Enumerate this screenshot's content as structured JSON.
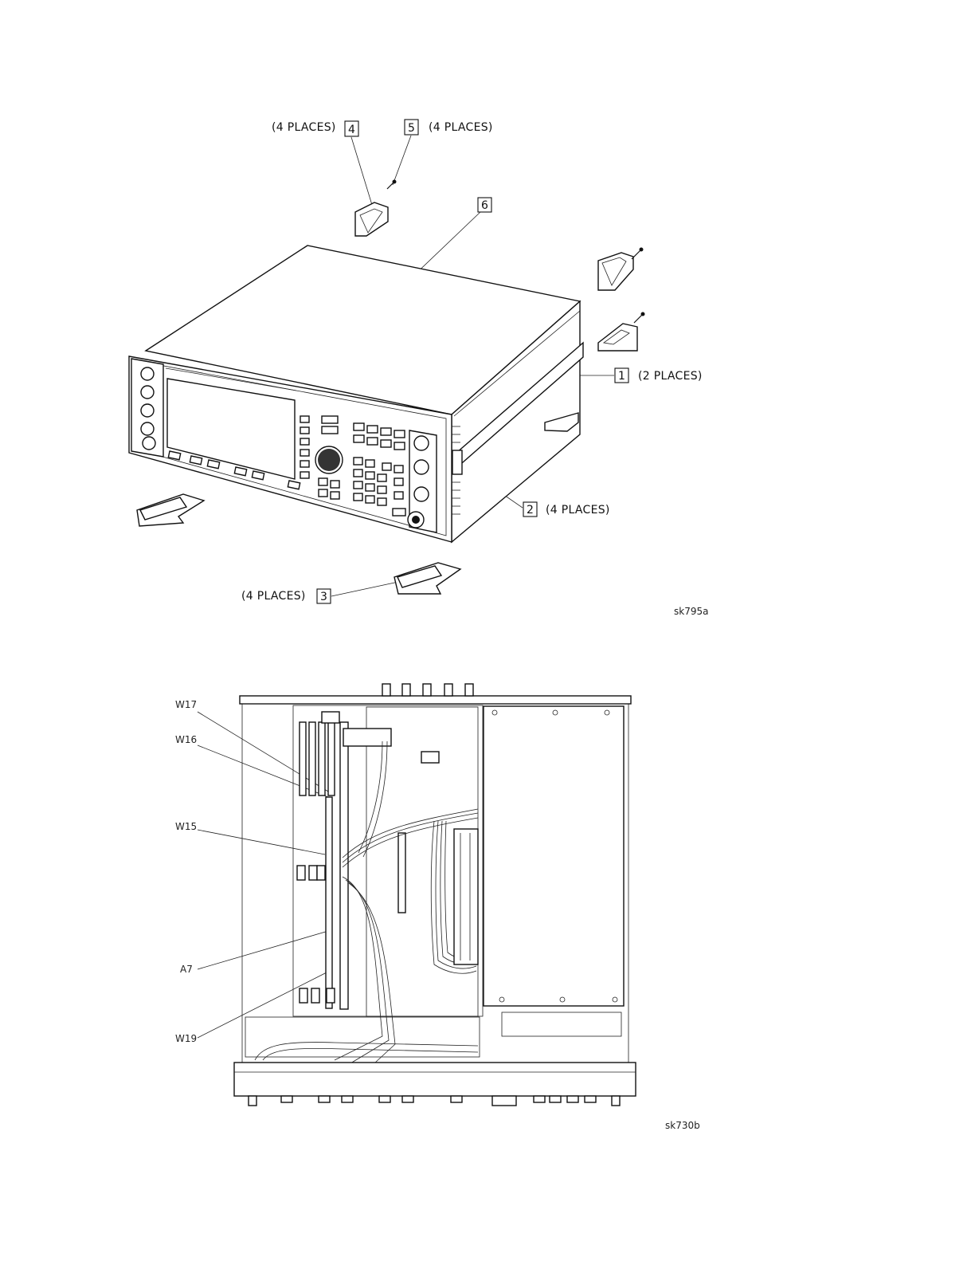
{
  "figure1": {
    "callouts": [
      {
        "num": "4",
        "text": "(4 PLACES)"
      },
      {
        "num": "5",
        "text": "(4 PLACES)"
      },
      {
        "num": "6",
        "text": ""
      },
      {
        "num": "1",
        "text": "(2 PLACES)"
      },
      {
        "num": "2",
        "text": "(4 PLACES)"
      },
      {
        "num": "3",
        "text": "(4 PLACES)"
      }
    ],
    "ref": "sk795a"
  },
  "figure2": {
    "callouts": [
      "W17",
      "W16",
      "W15",
      "A7",
      "W19"
    ],
    "ref": "sk730b"
  }
}
